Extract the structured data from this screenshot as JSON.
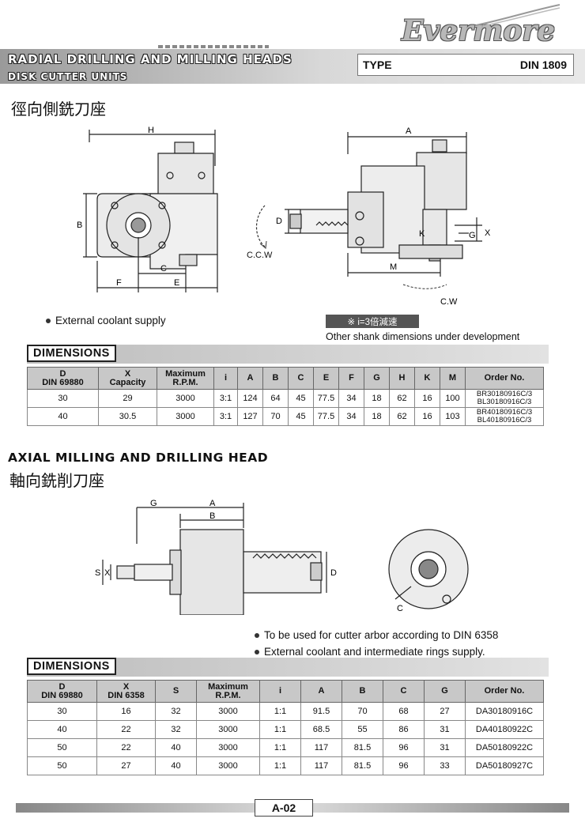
{
  "header": {
    "brand": "Evermore",
    "title": "RADIAL DRILLING AND MILLING HEADS",
    "subtitle": "DISK CUTTER UNITS",
    "type_label": "TYPE",
    "type_value": "DIN 1809"
  },
  "radial": {
    "title_zh": "徑向側銑刀座",
    "bullet": "External coolant supply",
    "ratio_note": "※ i=3倍減速",
    "shank_note": "Other shank dimensions under development",
    "dimensions_label": "DIMENSIONS",
    "diagram_labels": {
      "h": "H",
      "b": "B",
      "c": "C",
      "e": "E",
      "f": "F",
      "ccw": "C.C.W",
      "a": "A",
      "d": "D",
      "k": "K",
      "g": "G",
      "x": "X",
      "m": "M",
      "cw": "C.W"
    },
    "table": {
      "headers": [
        {
          "l1": "D",
          "l2": "DIN 69880"
        },
        {
          "l1": "X",
          "l2": "Capacity"
        },
        {
          "l1": "Maximum",
          "l2": "R.P.M."
        },
        {
          "l1": "i",
          "l2": ""
        },
        {
          "l1": "A",
          "l2": ""
        },
        {
          "l1": "B",
          "l2": ""
        },
        {
          "l1": "C",
          "l2": ""
        },
        {
          "l1": "E",
          "l2": ""
        },
        {
          "l1": "F",
          "l2": ""
        },
        {
          "l1": "G",
          "l2": ""
        },
        {
          "l1": "H",
          "l2": ""
        },
        {
          "l1": "K",
          "l2": ""
        },
        {
          "l1": "M",
          "l2": ""
        },
        {
          "l1": "Order No.",
          "l2": ""
        }
      ],
      "rows": [
        {
          "cells": [
            "30",
            "29",
            "3000",
            "3:1",
            "124",
            "64",
            "45",
            "77.5",
            "34",
            "18",
            "62",
            "16",
            "100"
          ],
          "order1": "BR30180916C/3",
          "order2": "BL30180916C/3"
        },
        {
          "cells": [
            "40",
            "30.5",
            "3000",
            "3:1",
            "127",
            "70",
            "45",
            "77.5",
            "34",
            "18",
            "62",
            "16",
            "103"
          ],
          "order1": "BR40180916C/3",
          "order2": "BL40180916C/3"
        }
      ]
    }
  },
  "axial": {
    "title": "AXIAL MILLING AND DRILLING HEAD",
    "title_zh": "軸向銑削刀座",
    "bullet1": "To be used for cutter arbor according to DIN 6358",
    "bullet2": "External coolant and intermediate rings supply.",
    "dimensions_label": "DIMENSIONS",
    "diagram_labels": {
      "g": "G",
      "a": "A",
      "b": "B",
      "s": "S",
      "x": "X",
      "d": "D",
      "c": "C"
    },
    "table": {
      "headers": [
        {
          "l1": "D",
          "l2": "DIN 69880"
        },
        {
          "l1": "X",
          "l2": "DIN 6358"
        },
        {
          "l1": "S",
          "l2": ""
        },
        {
          "l1": "Maximum",
          "l2": "R.P.M."
        },
        {
          "l1": "i",
          "l2": ""
        },
        {
          "l1": "A",
          "l2": ""
        },
        {
          "l1": "B",
          "l2": ""
        },
        {
          "l1": "C",
          "l2": ""
        },
        {
          "l1": "G",
          "l2": ""
        },
        {
          "l1": "Order No.",
          "l2": ""
        }
      ],
      "rows": [
        {
          "cells": [
            "30",
            "16",
            "32",
            "3000",
            "1:1",
            "91.5",
            "70",
            "68",
            "27",
            "DA30180916C"
          ]
        },
        {
          "cells": [
            "40",
            "22",
            "32",
            "3000",
            "1:1",
            "68.5",
            "55",
            "86",
            "31",
            "DA40180922C"
          ]
        },
        {
          "cells": [
            "50",
            "22",
            "40",
            "3000",
            "1:1",
            "117",
            "81.5",
            "96",
            "31",
            "DA50180922C"
          ]
        },
        {
          "cells": [
            "50",
            "27",
            "40",
            "3000",
            "1:1",
            "117",
            "81.5",
            "96",
            "33",
            "DA50180927C"
          ]
        }
      ]
    }
  },
  "footer": {
    "page": "A-02"
  }
}
